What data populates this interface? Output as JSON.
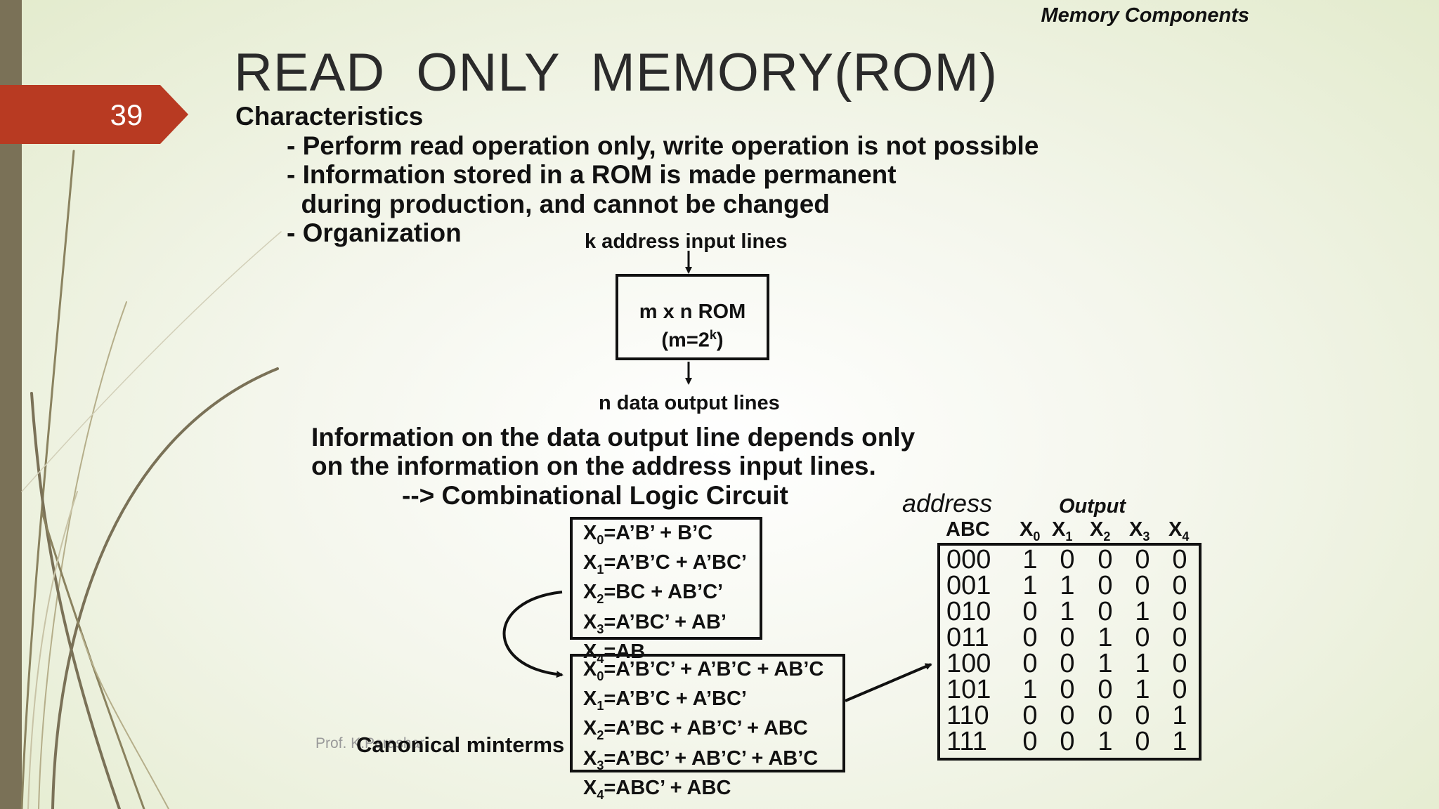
{
  "header": {
    "section": "Memory Components"
  },
  "slide": {
    "number": "39",
    "title": "READ  ONLY  MEMORY(ROM)",
    "accent_color": "#b83a22",
    "sidebar_color": "#7a7157"
  },
  "characteristics": {
    "heading": "Characteristics",
    "line1": "- Perform read operation only, write operation is not possible",
    "line2": "- Information stored in a ROM is made permanent",
    "line3": "  during production, and cannot be changed",
    "line4": "- Organization"
  },
  "organization": {
    "input_label": "k address input lines",
    "box_line1": "m x n ROM",
    "box_line2_pre": "(m=2",
    "box_line2_sup": "k",
    "box_line2_post": ")",
    "output_label": "n data output lines"
  },
  "info": {
    "line1": "Information on the data output line depends only",
    "line2": "on the information on the address input lines.",
    "line3": "--> Combinational Logic Circuit"
  },
  "equations": {
    "var": "X",
    "simplified": [
      {
        "sub": "0",
        "expr": "=A’B’ + B’C"
      },
      {
        "sub": "1",
        "expr": "=A’B’C + A’BC’"
      },
      {
        "sub": "2",
        "expr": "=BC + AB’C’"
      },
      {
        "sub": "3",
        "expr": "=A’BC’ + AB’"
      },
      {
        "sub": "4",
        "expr": "=AB"
      }
    ],
    "canonical": [
      {
        "sub": "0",
        "expr": "=A’B’C’ + A’B’C + AB’C"
      },
      {
        "sub": "1",
        "expr": "=A’B’C + A’BC’"
      },
      {
        "sub": "2",
        "expr": "=A’BC + AB’C’ + ABC"
      },
      {
        "sub": "3",
        "expr": "=A’BC’ + AB’C’ + AB’C"
      },
      {
        "sub": "4",
        "expr": "=ABC’ + ABC"
      }
    ],
    "canonical_label": "Canonical minterms"
  },
  "truth_table": {
    "address_label": "address",
    "output_label": "Output",
    "address_header": "ABC",
    "output_headers": [
      {
        "base": "X",
        "sub": "0"
      },
      {
        "base": "X",
        "sub": "1"
      },
      {
        "base": "X",
        "sub": "2"
      },
      {
        "base": "X",
        "sub": "3"
      },
      {
        "base": "X",
        "sub": "4"
      }
    ],
    "rows": [
      {
        "addr": "000",
        "out": [
          "1",
          "0",
          "0",
          "0",
          "0"
        ]
      },
      {
        "addr": "001",
        "out": [
          "1",
          "1",
          "0",
          "0",
          "0"
        ]
      },
      {
        "addr": "010",
        "out": [
          "0",
          "1",
          "0",
          "1",
          "0"
        ]
      },
      {
        "addr": "011",
        "out": [
          "0",
          "0",
          "1",
          "0",
          "0"
        ]
      },
      {
        "addr": "100",
        "out": [
          "0",
          "0",
          "1",
          "1",
          "0"
        ]
      },
      {
        "addr": "101",
        "out": [
          "1",
          "0",
          "0",
          "1",
          "0"
        ]
      },
      {
        "addr": "110",
        "out": [
          "0",
          "0",
          "0",
          "0",
          "1"
        ]
      },
      {
        "addr": "111",
        "out": [
          "0",
          "0",
          "1",
          "0",
          "1"
        ]
      }
    ]
  },
  "footer": {
    "author": "Prof. K.Parashar"
  }
}
